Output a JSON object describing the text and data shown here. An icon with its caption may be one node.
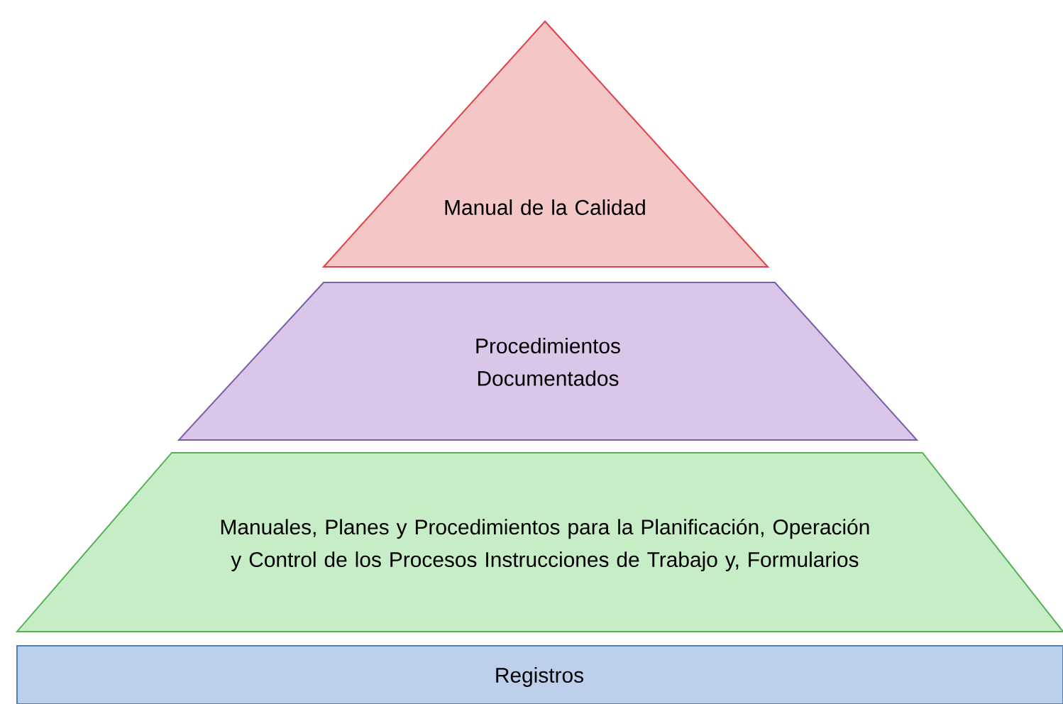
{
  "diagram": {
    "nodes": [
      {
        "text": [
          "Manual de la Calidad"
        ]
      },
      {
        "text": [
          "Procedimientos Documentados"
        ]
      },
      {
        "text": [
          "Manuales, Planes y Procedimientos para la Planificación, Operación y Control de los Procesos Instrucciones de Trabajo y, Formularios"
        ]
      },
      {
        "text": [
          "Registros"
        ]
      }
    ]
  }
}
